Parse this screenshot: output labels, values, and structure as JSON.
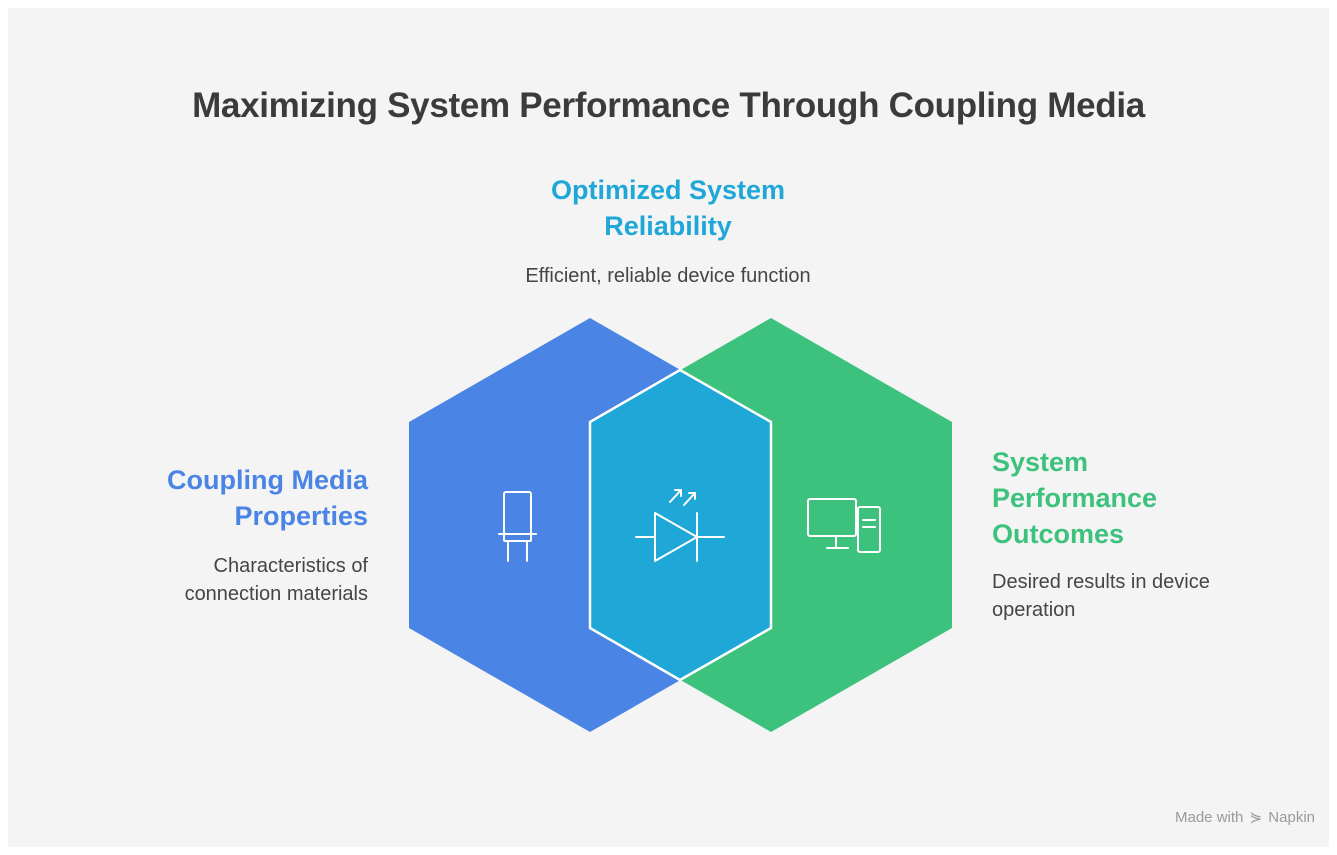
{
  "title": "Maximizing System Performance Through Coupling Media",
  "top": {
    "heading_line1": "Optimized System",
    "heading_line2": "Reliability",
    "description": "Efficient, reliable device function",
    "color": "#1fa7d8"
  },
  "left": {
    "heading_line1": "Coupling Media",
    "heading_line2": "Properties",
    "description_line1": "Characteristics of",
    "description_line2": "connection materials",
    "color": "#4a84e4",
    "icon": "capacitor-icon"
  },
  "right": {
    "heading_line1": "System",
    "heading_line2": "Performance",
    "heading_line3": "Outcomes",
    "description_line1": "Desired results in device",
    "description_line2": "operation",
    "color": "#3dc27d",
    "icon": "computer-icon"
  },
  "center": {
    "color": "#1fa7d8",
    "icon": "led-diode-icon"
  },
  "watermark": {
    "prefix": "Made with",
    "brand": "Napkin"
  }
}
